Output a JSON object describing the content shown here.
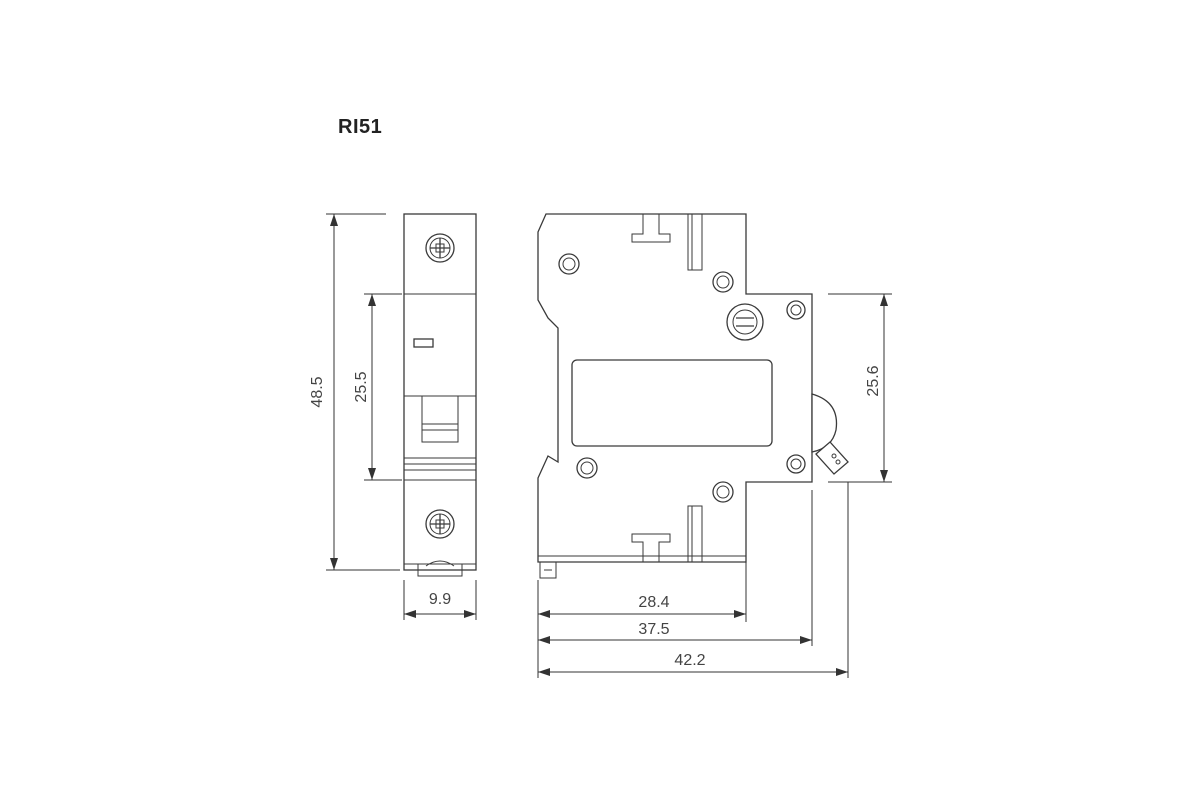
{
  "title": "RI51",
  "dimensions": {
    "height_total": "48.5",
    "height_window": "25.5",
    "width_front": "9.9",
    "depth_base": "28.4",
    "depth_mid": "37.5",
    "depth_total": "42.2",
    "height_side_step": "25.6"
  }
}
